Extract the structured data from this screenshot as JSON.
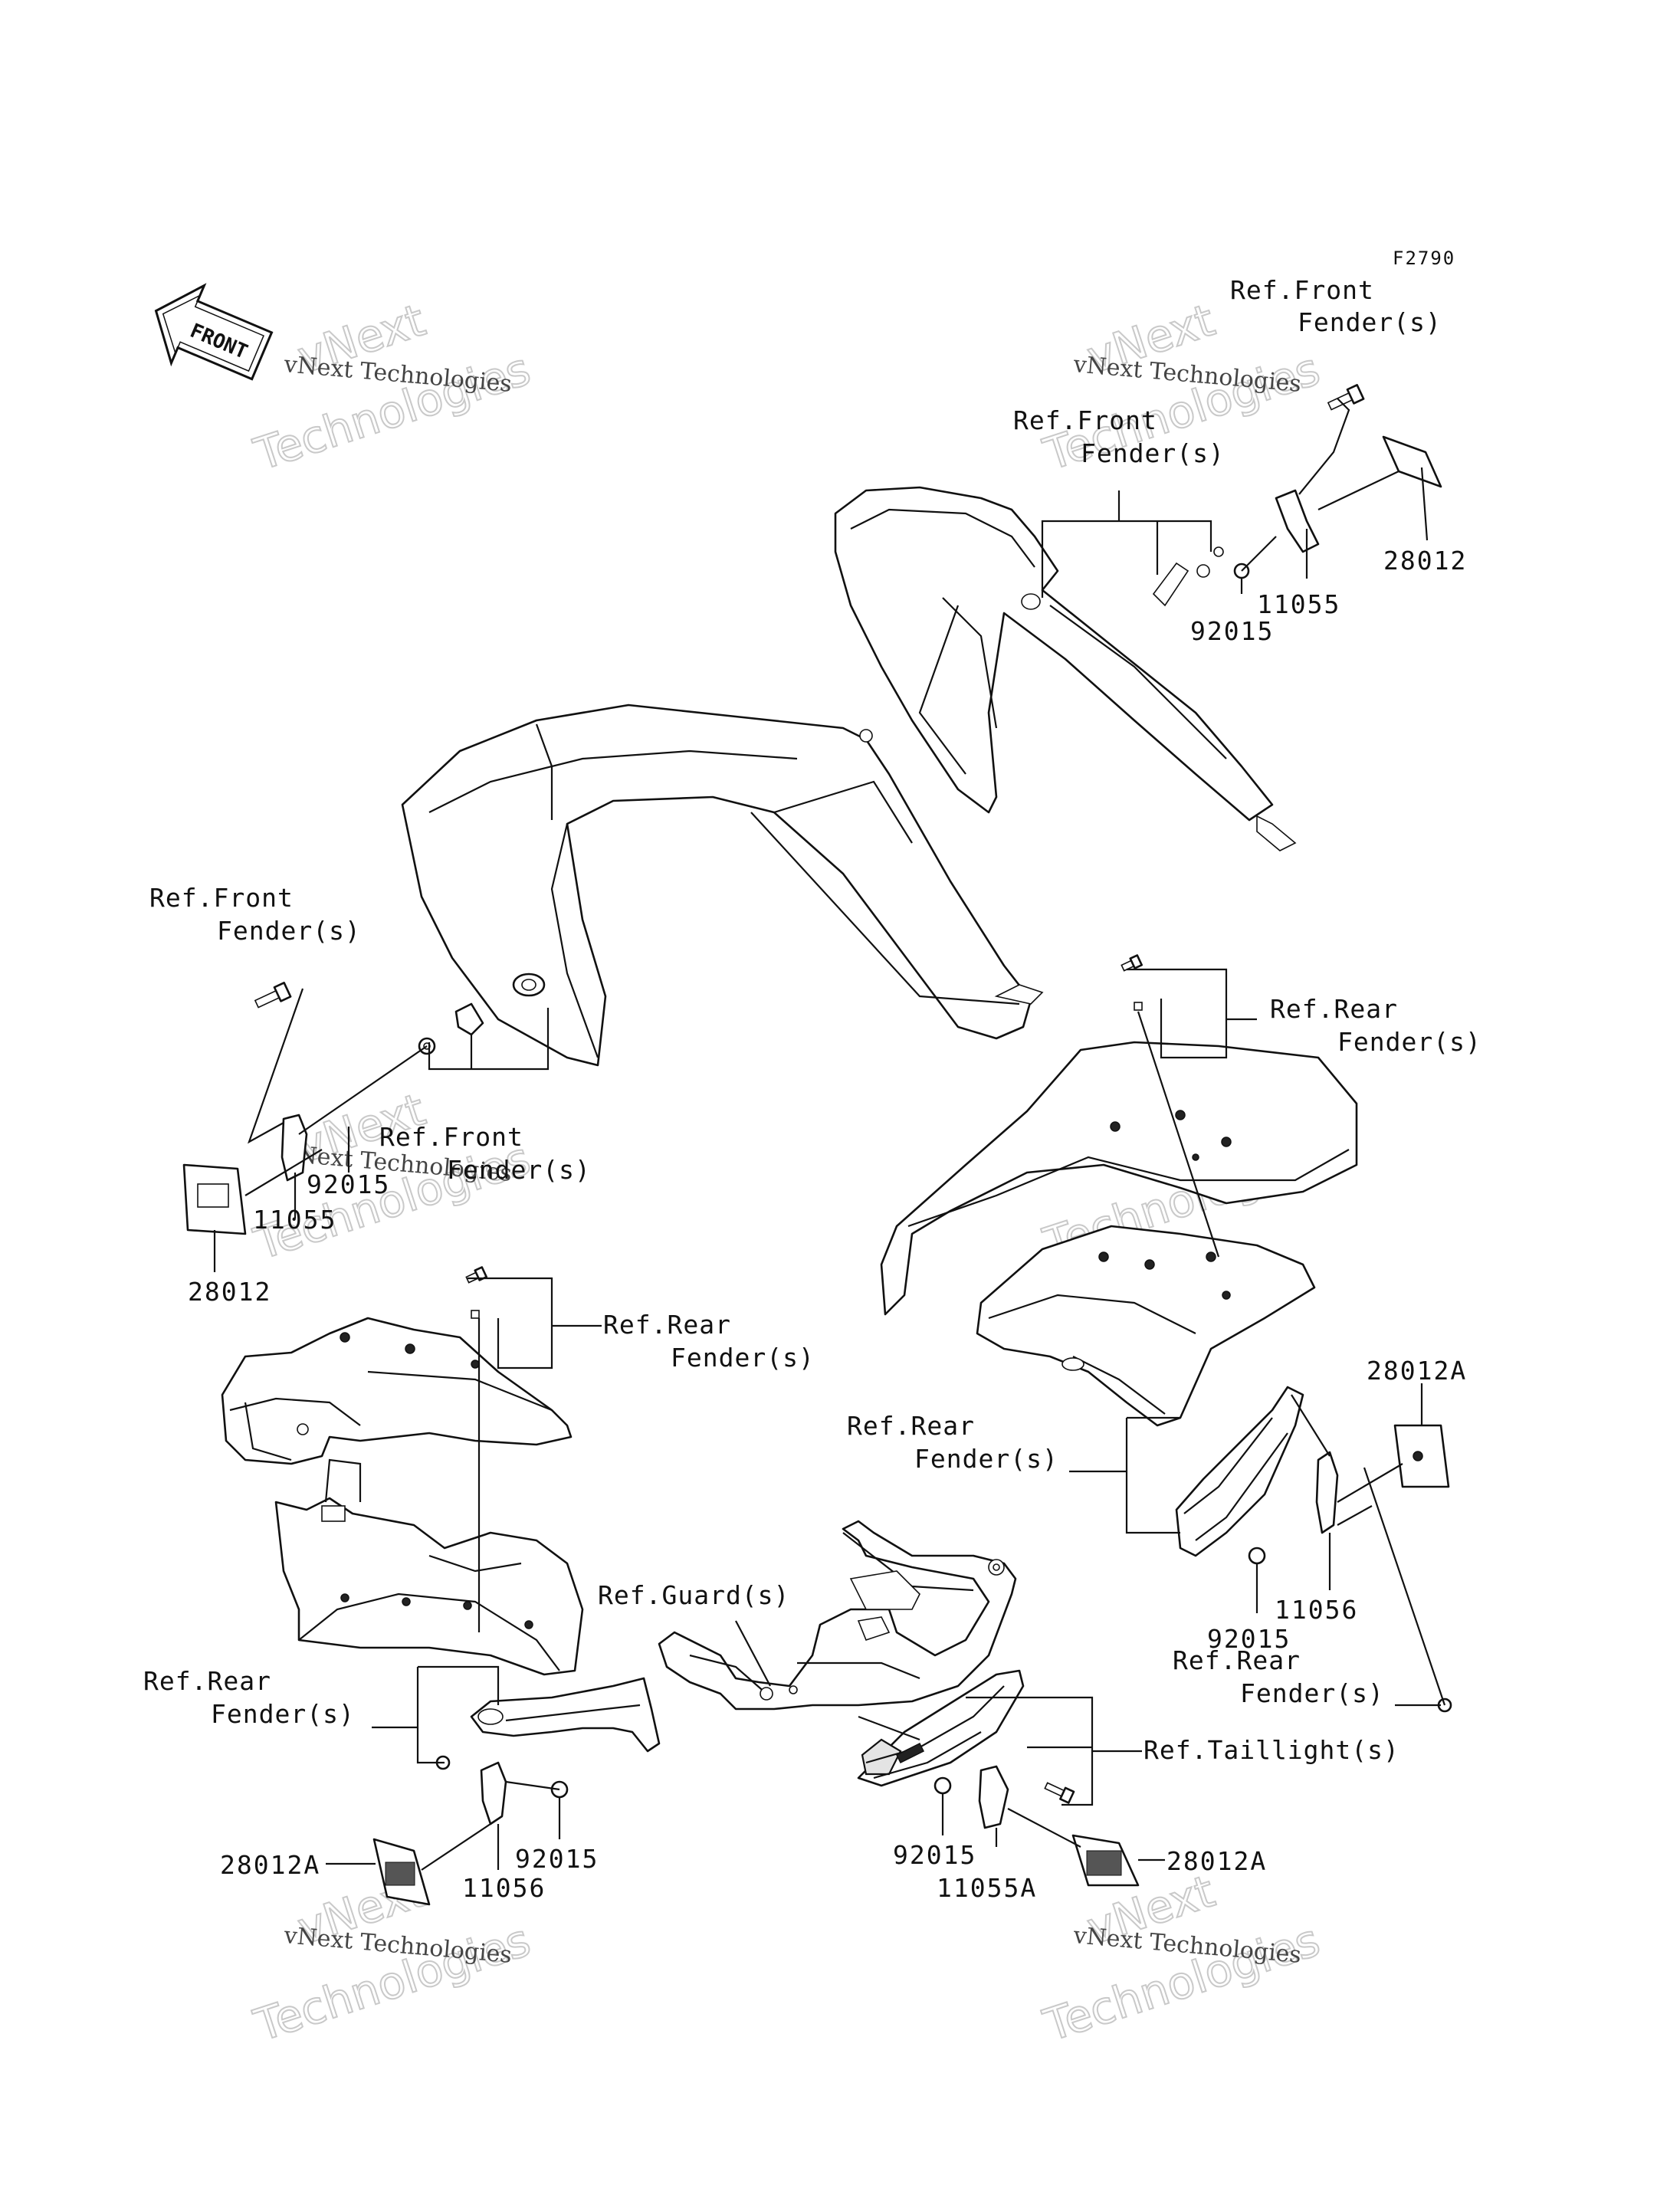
{
  "figure_code": "F2790",
  "front_arrow_label": "FRONT",
  "watermark": {
    "small": "vNext Technologies",
    "large_line1": "vNext",
    "large_line2": "Technologies"
  },
  "ref_labels": {
    "front_fender_top_right": [
      "Ref.Front",
      "Fender(s)"
    ],
    "front_fender_top_mid": [
      "Ref.Front",
      "Fender(s)"
    ],
    "front_fender_left": [
      "Ref.Front",
      "Fender(s)"
    ],
    "front_fender_left_low": [
      "Ref.Front",
      "Fender(s)"
    ],
    "rear_fender_right_top": [
      "Ref.Rear",
      "Fender(s)"
    ],
    "rear_fender_left_top": [
      "Ref.Rear",
      "Fender(s)"
    ],
    "rear_fender_right_mid": [
      "Ref.Rear",
      "Fender(s)"
    ],
    "rear_fender_left_low": [
      "Ref.Rear",
      "Fender(s)"
    ],
    "rear_fender_right_low": [
      "Ref.Rear",
      "Fender(s)"
    ],
    "guard": "Ref.Guard(s)",
    "taillight": "Ref.Taillight(s)"
  },
  "part_numbers": {
    "p28012_top": "28012",
    "p11055_top": "11055",
    "p92015_top": "92015",
    "p92015_left": "92015",
    "p11055_left": "11055",
    "p28012_left": "28012",
    "p28012A_right": "28012A",
    "p11056_right": "11056",
    "p92015_right": "92015",
    "p28012A_left_low": "28012A",
    "p11056_left_low": "11056",
    "p92015_left_low": "92015",
    "p92015_center": "92015",
    "p11055A_center": "11055A",
    "p28012A_center": "28012A"
  }
}
